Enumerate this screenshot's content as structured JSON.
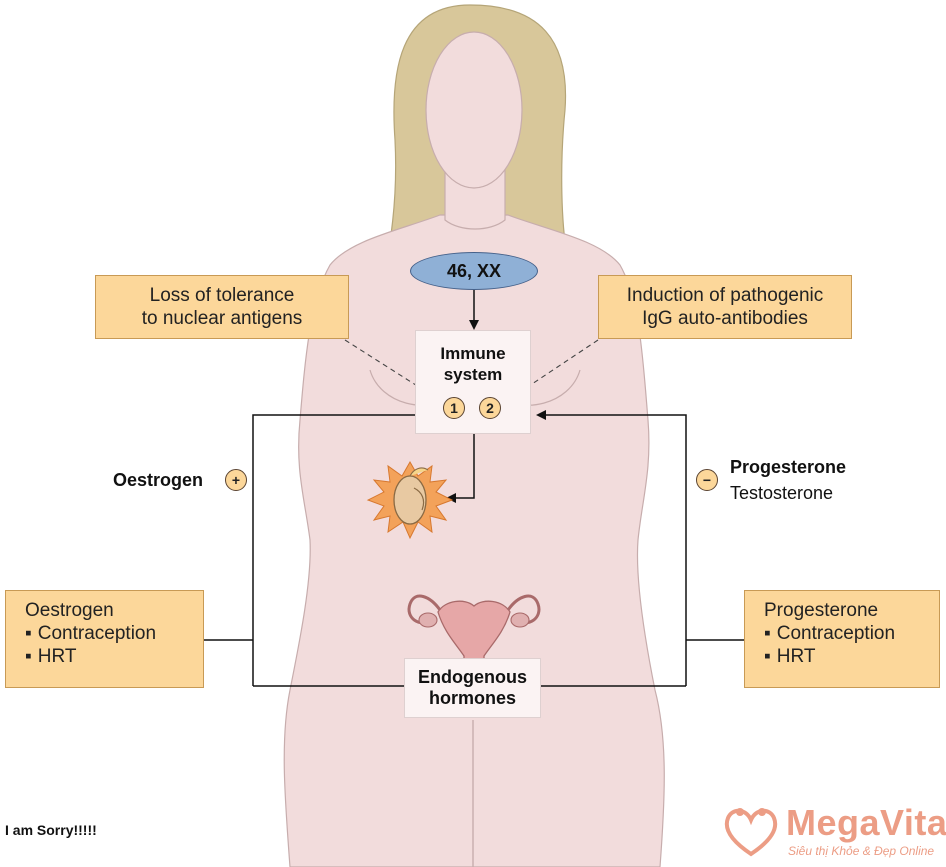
{
  "chromosome": "46, XX",
  "immune_system": {
    "line1": "Immune",
    "line2": "system",
    "marker1": "1",
    "marker2": "2"
  },
  "box_tolerance": {
    "line1": "Loss of tolerance",
    "line2": "to nuclear antigens"
  },
  "box_induction": {
    "line1": "Induction of pathogenic",
    "line2": "IgG auto-antibodies"
  },
  "left_effect": {
    "label": "Oestrogen",
    "sign": "+"
  },
  "right_effect": {
    "sign": "−",
    "line1": "Progesterone",
    "line2": "Testosterone"
  },
  "box_left": {
    "title": "Oestrogen",
    "items": [
      "Contraception",
      "HRT"
    ]
  },
  "box_right": {
    "title": "Progesterone",
    "items": [
      "Contraception",
      "HRT"
    ]
  },
  "endogenous": {
    "line1": "Endogenous",
    "line2": "hormones"
  },
  "apology_text": "I am Sorry!!!!!",
  "brand": {
    "name": "MegaVita",
    "tagline": "Siêu thị Khỏe & Đẹp Online"
  },
  "colors": {
    "skin": "#f2dcdc",
    "hair": "#d8c79a",
    "box_fill": "#fcd79a",
    "ellipse": "#8fb0d6",
    "brand": "#ec9d85"
  }
}
